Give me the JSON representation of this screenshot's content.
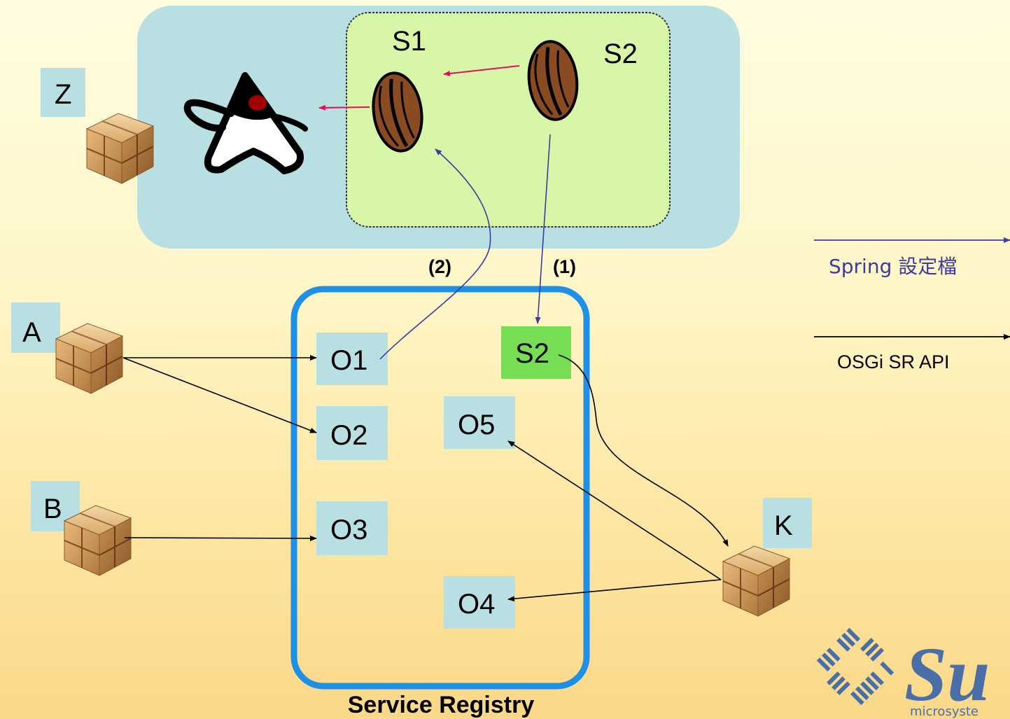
{
  "container": {
    "bean_s1_label": "S1",
    "bean_s2_label": "S2"
  },
  "bundles": {
    "z": "Z",
    "a": "A",
    "b": "B",
    "k": "K"
  },
  "registry": {
    "title": "Service Registry",
    "entries": {
      "o1": "O1",
      "o2": "O2",
      "o3": "O3",
      "o4": "O4",
      "o5": "O5",
      "s2": "S2"
    }
  },
  "steps": {
    "step1": "(1)",
    "step2": "(2)"
  },
  "legend": {
    "spring": "Spring 設定檔",
    "osgi": "OSGi SR API"
  },
  "colors": {
    "container_bg": "#b8dfe2",
    "spring_context_bg": "#d8f6a8",
    "registry_border": "#1e90e8",
    "entry_bg": "#b8dfe2",
    "published_entry_bg": "#77dd55",
    "spring_arrow": "#3b3ba0",
    "osgi_arrow": "#000000",
    "injection_arrow": "#e0105a"
  },
  "icons": {
    "bundle": "package-box-icon",
    "bean": "coffee-bean-icon",
    "mascot": "java-duke-icon",
    "logo": "sun-microsystems-logo"
  }
}
